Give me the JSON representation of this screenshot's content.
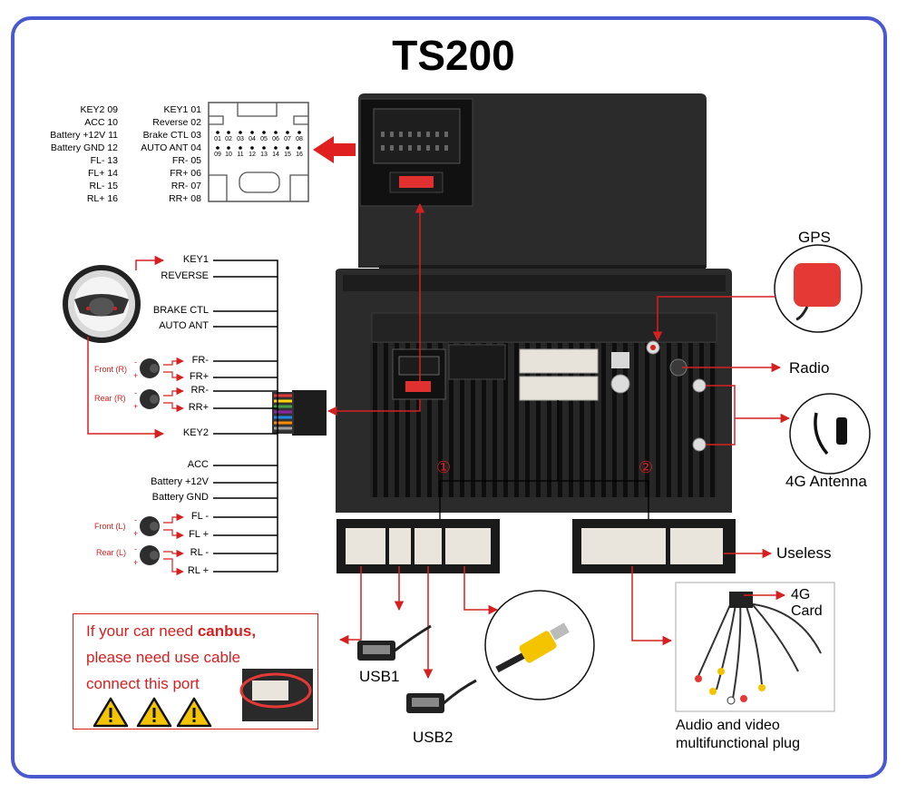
{
  "title": "TS200",
  "pinout": {
    "left": [
      "KEY2 09",
      "ACC 10",
      "Battery +12V 11",
      "Battery GND 12",
      "FL- 13",
      "FL+ 14",
      "RL- 15",
      "RL+ 16"
    ],
    "right": [
      "KEY1 01",
      "Reverse 02",
      "Brake CTL 03",
      "AUTO ANT 04",
      "FR- 05",
      "FR+ 06",
      "RR- 07",
      "RR+ 08"
    ],
    "top_numbers": [
      "01",
      "02",
      "03",
      "04",
      "05",
      "06",
      "07",
      "08"
    ],
    "bottom_numbers": [
      "09",
      "10",
      "11",
      "12",
      "13",
      "14",
      "15",
      "16"
    ]
  },
  "wires": {
    "key1": "KEY1",
    "reverse": "REVERSE",
    "brake": "BRAKE CTL",
    "auto_ant": "AUTO ANT",
    "fr_minus": "FR-",
    "fr_plus": "FR+",
    "rr_minus": "RR-",
    "rr_plus": "RR+",
    "key2": "KEY2",
    "acc": "ACC",
    "battery12": "Battery +12V",
    "battery_gnd": "Battery GND",
    "fl_minus": "FL -",
    "fl_plus": "FL +",
    "rl_minus": "RL -",
    "rl_plus": "RL +"
  },
  "speakers": {
    "front_r": "Front (R)",
    "rear_r": "Rear (R)",
    "front_l": "Front (L)",
    "rear_l": "Rear (L)",
    "minus": "-",
    "plus": "+"
  },
  "connector_markers": {
    "one": "①",
    "two": "②"
  },
  "side": {
    "gps": "GPS",
    "radio": "Radio",
    "antenna": "4G Antenna",
    "useless": "Useless",
    "card_line1": "4G",
    "card_line2": "Card",
    "usb1": "USB1",
    "usb2": "USB2",
    "av_line1": "Audio and video",
    "av_line2": "multifunctional plug"
  },
  "canbus": {
    "part1": "If your car need ",
    "part2": "canbus,",
    "line2": "please need use cable",
    "line3": "connect this port"
  },
  "colors": {
    "frame": "#4a59cf",
    "accent_red": "#d62020",
    "unit_body": "#2b2b2b"
  }
}
